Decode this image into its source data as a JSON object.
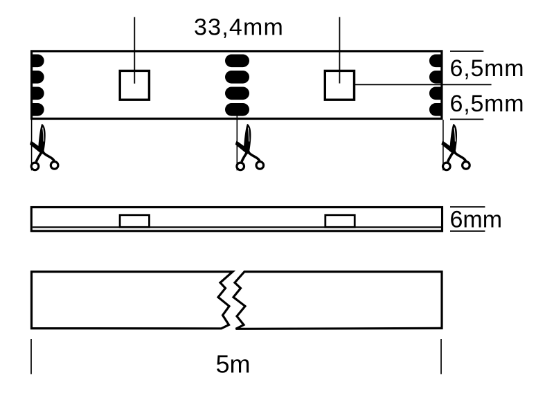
{
  "colors": {
    "ink": "#000000",
    "background": "#ffffff"
  },
  "icons": {
    "cut_marker": "scissors-icon"
  },
  "top_view": {
    "pitch_label": "33,4mm",
    "top_half_width_label": "6,5mm",
    "bottom_half_width_label": "6,5mm",
    "pad_groups": 3,
    "pads_per_group": 4,
    "led_count": 2,
    "cut_marker_count": 3
  },
  "side_view": {
    "height_label": "6mm",
    "led_bump_count": 2
  },
  "length_view": {
    "length_label": "5m"
  }
}
